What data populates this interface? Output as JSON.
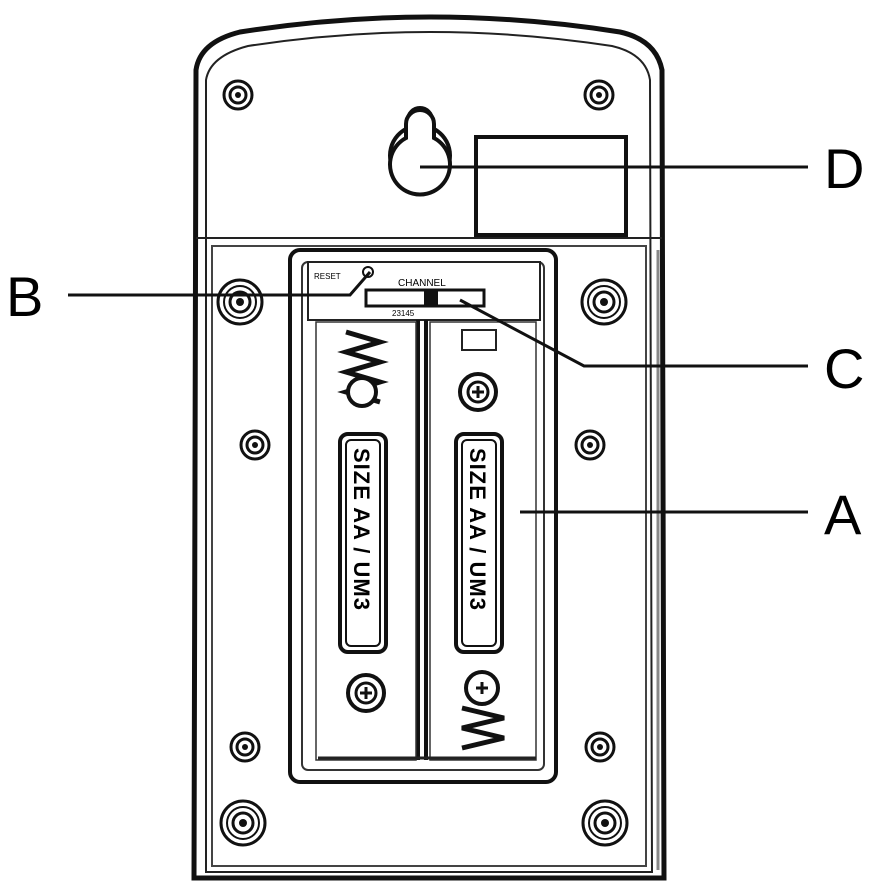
{
  "callouts": {
    "a": "A",
    "b": "B",
    "c": "C",
    "d": "D"
  },
  "device": {
    "reset_label": "RESET",
    "channel_label": "CHANNEL",
    "channel_numbers": "23145",
    "battery_left": "SIZE AA / UM3",
    "battery_right": "SIZE AA / UM3"
  }
}
